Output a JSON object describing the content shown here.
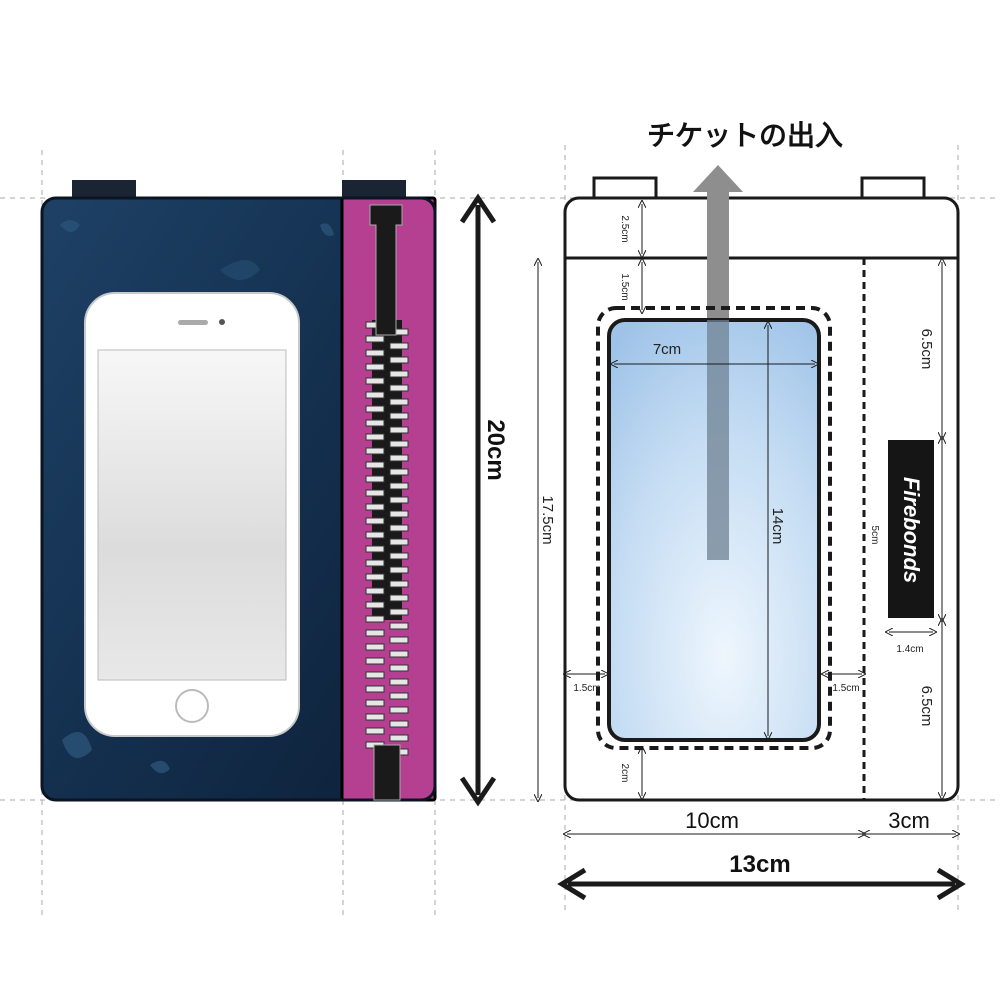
{
  "title": "チケットの出入",
  "brand": "Firebonds",
  "dimensions": {
    "total_height": "20cm",
    "inner_height": "17.5cm",
    "top_band": "2.5cm",
    "top_gap": "1.5cm",
    "bottom_gap": "2cm",
    "window_width": "7cm",
    "window_height": "14cm",
    "side_left": "1.5cm",
    "side_right": "1.5cm",
    "pocket_top": "6.5cm",
    "pocket_bottom": "6.5cm",
    "logo_height": "5cm",
    "logo_width": "1.4cm",
    "main_width": "10cm",
    "pocket_width": "3cm",
    "total_width": "13cm"
  },
  "colors": {
    "pouch": "#16304f",
    "zipper_fabric": "#b53f91",
    "zipper_teeth": "#1a1a1a",
    "arrow": "#9a9a9a",
    "window": "#cfe2f5",
    "line": "#1a1a1a"
  }
}
